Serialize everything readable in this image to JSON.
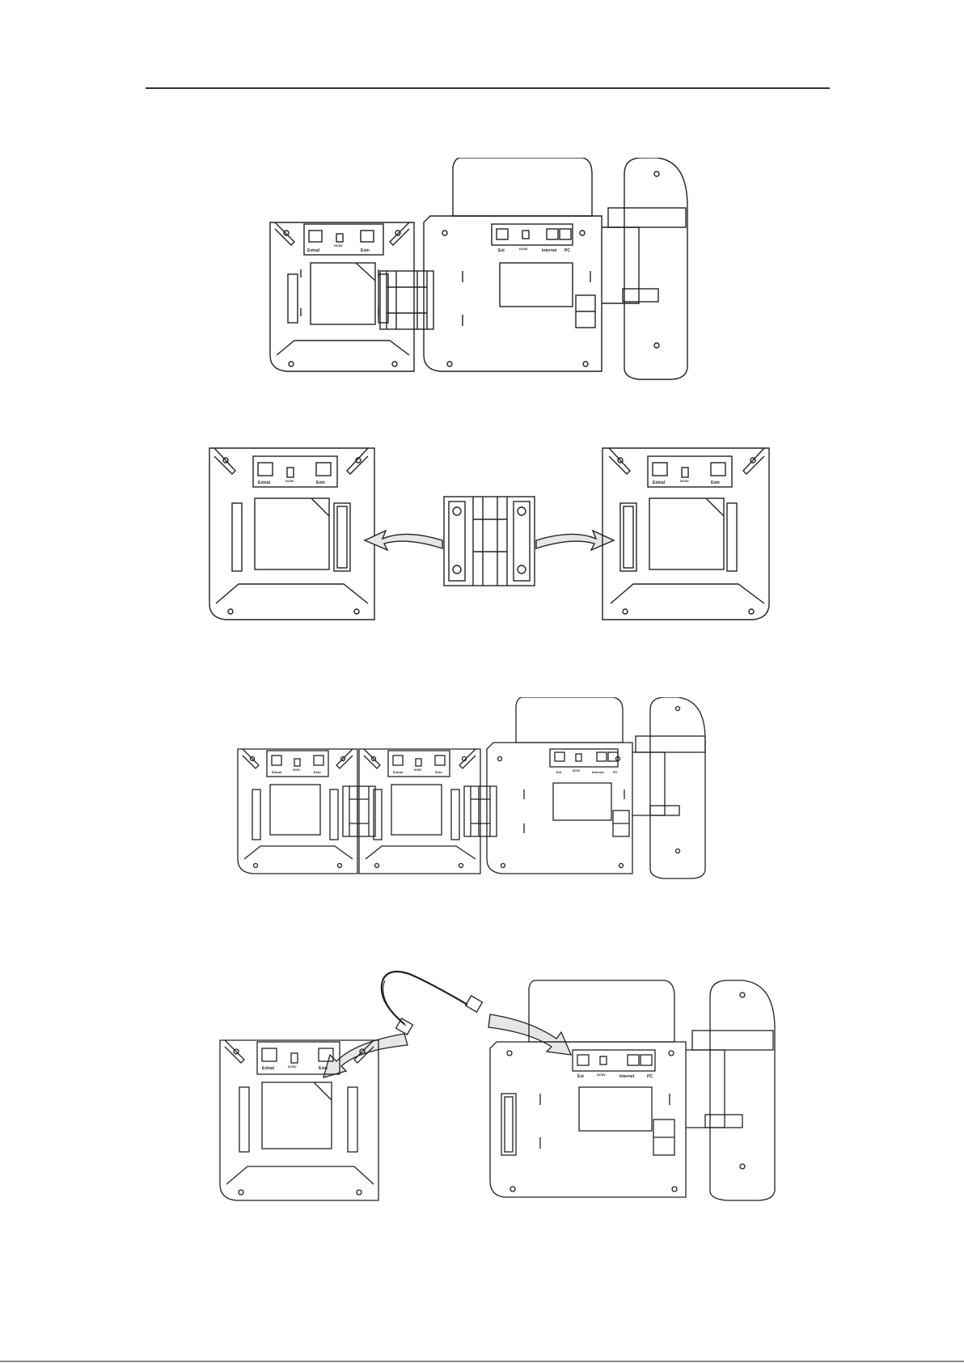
{
  "document": {
    "figures": [
      {
        "id": "fig-1-assembled-expansion-and-phone",
        "expansion_module": {
          "port_left": "Extnal",
          "port_center": "DC5V",
          "port_right": "Extn"
        },
        "phone": {
          "port_ext": "Ext",
          "port_power": "DC5V",
          "port_internet": "Internet",
          "port_pc": "PC"
        }
      },
      {
        "id": "fig-2-connector-insertion",
        "left_module": {
          "port_left": "Extnal",
          "port_center": "DC5V",
          "port_right": "Extn"
        },
        "right_module": {
          "port_left": "Extnal",
          "port_center": "DC5V",
          "port_right": "Extn"
        }
      },
      {
        "id": "fig-3-two-modules-and-phone",
        "module_a": {
          "port_left": "Extnal",
          "port_center": "DC5V",
          "port_right": "Extn"
        },
        "module_b": {
          "port_left": "Extnal",
          "port_center": "DC5V",
          "port_right": "Extn"
        },
        "phone": {
          "port_ext": "Ext",
          "port_power": "DC5V",
          "port_internet": "Internet",
          "port_pc": "PC"
        }
      },
      {
        "id": "fig-4-cable-connection",
        "expansion_module": {
          "port_left": "Extnal",
          "port_center": "DC5V",
          "port_right": "Extn"
        },
        "phone": {
          "port_ext": "Ext",
          "port_power": "DC5V",
          "port_internet": "Internet",
          "port_pc": "PC"
        }
      }
    ]
  }
}
